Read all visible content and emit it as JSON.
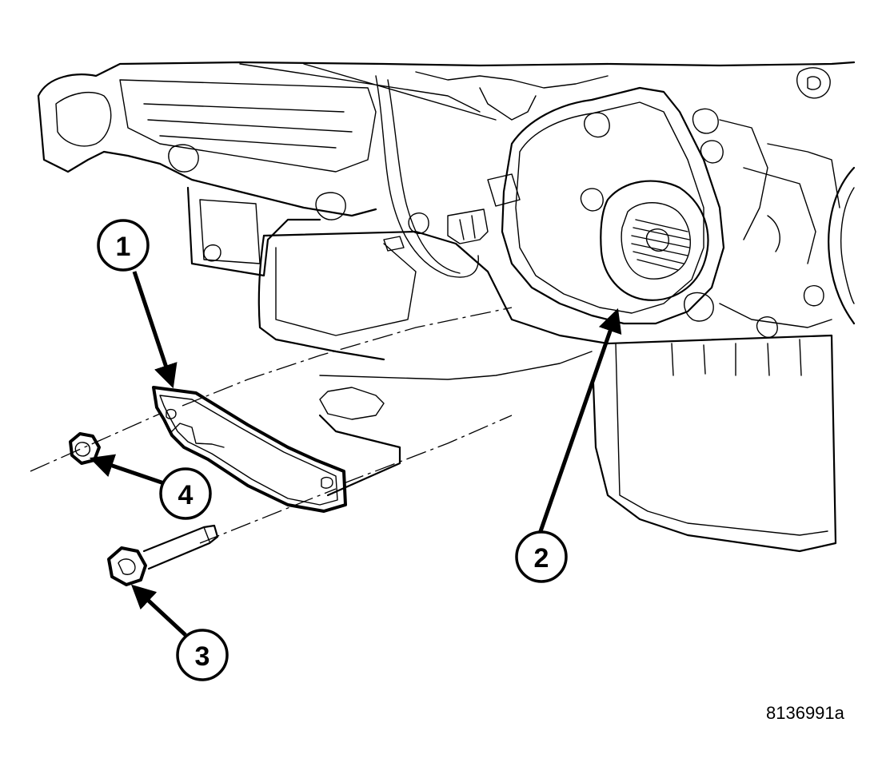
{
  "figure_id": "8136991a",
  "callouts": {
    "c1": "1",
    "c2": "2",
    "c3": "3",
    "c4": "4"
  }
}
